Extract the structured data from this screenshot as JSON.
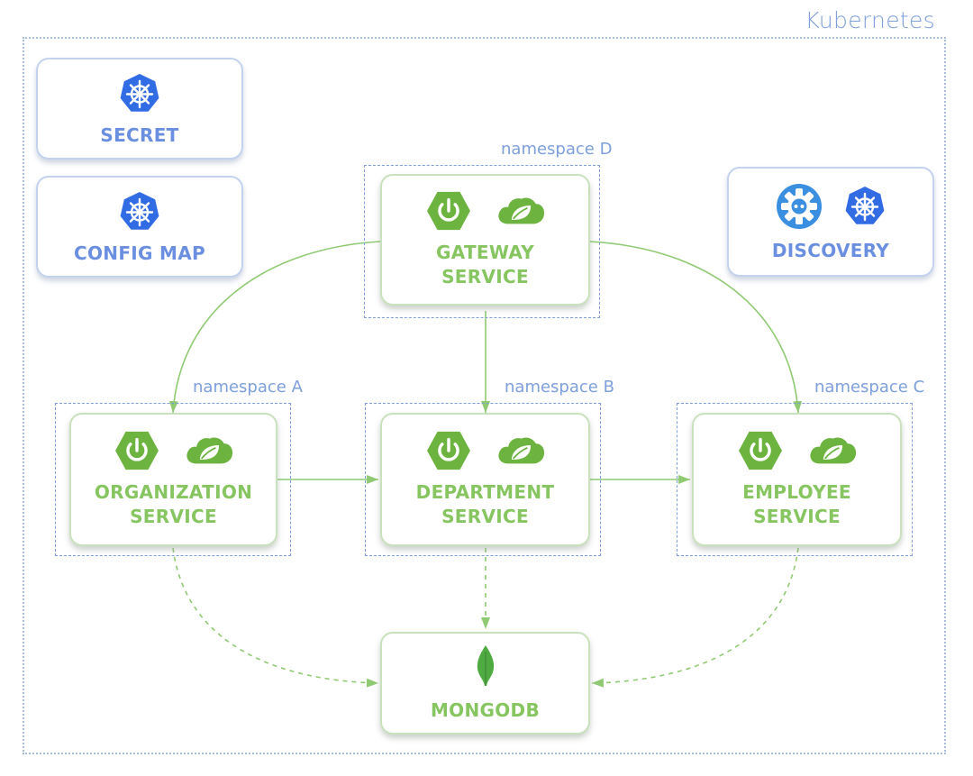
{
  "title": "Kubernetes",
  "cluster_components": {
    "secret": "SECRET",
    "config_map": "CONFIG MAP",
    "discovery": "DISCOVERY"
  },
  "namespaces": {
    "a": "namespace A",
    "b": "namespace B",
    "c": "namespace C",
    "d": "namespace D"
  },
  "services": {
    "gateway": [
      "GATEWAY",
      "SERVICE"
    ],
    "organization": [
      "ORGANIZATION",
      "SERVICE"
    ],
    "department": [
      "DEPARTMENT",
      "SERVICE"
    ],
    "employee": [
      "EMPLOYEE",
      "SERVICE"
    ],
    "mongodb": "MONGODB"
  },
  "icons": {
    "kubernetes": "kubernetes-helm-wheel-icon",
    "spring_boot": "spring-boot-power-icon",
    "spring_cloud": "spring-cloud-leaf-icon",
    "discovery": "discovery-gear-icon",
    "mongodb": "mongodb-leaf-icon"
  },
  "colors": {
    "kubernetes_blue": "#326ce5",
    "spring_green": "#6db33f",
    "service_label_green": "#86c560",
    "namespace_blue": "#7f9fd8",
    "discovery_blue": "#3b8fe0",
    "mongodb_green": "#4faa41"
  },
  "edges": [
    {
      "from": "gateway",
      "to": "organization",
      "style": "solid"
    },
    {
      "from": "gateway",
      "to": "department",
      "style": "solid"
    },
    {
      "from": "gateway",
      "to": "employee",
      "style": "solid"
    },
    {
      "from": "organization",
      "to": "department",
      "style": "solid"
    },
    {
      "from": "department",
      "to": "employee",
      "style": "solid"
    },
    {
      "from": "organization",
      "to": "mongodb",
      "style": "dashed"
    },
    {
      "from": "department",
      "to": "mongodb",
      "style": "dashed"
    },
    {
      "from": "employee",
      "to": "mongodb",
      "style": "dashed"
    }
  ]
}
